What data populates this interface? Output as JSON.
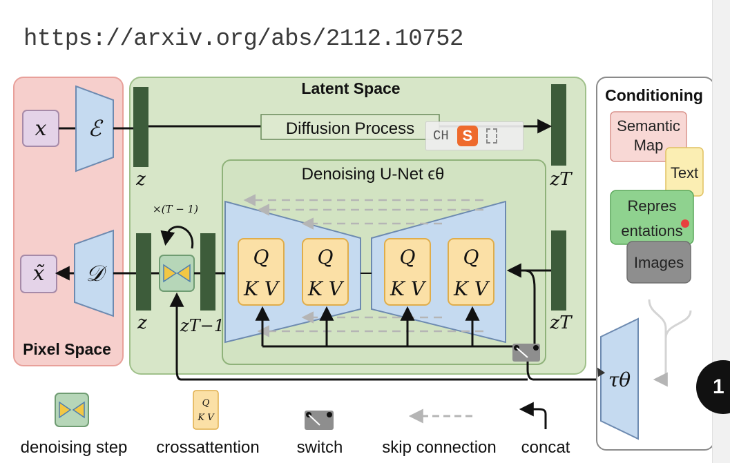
{
  "url_bar": {
    "text": "https://arxiv.org/abs/2112.10752"
  },
  "pixel_space": {
    "title": "Pixel Space",
    "x_label": "x",
    "x_tilde_label": "x̃",
    "encoder_label": "ℰ",
    "decoder_label": "𝒟"
  },
  "latent_space": {
    "title": "Latent Space",
    "diffusion_process_label": "Diffusion Process",
    "z_top_label": "z",
    "z_bottom_label": "z",
    "zT_top_label": "zT",
    "zT_right_label": "zT",
    "zT_minus_1_label": "zT−1",
    "loop_label": "×(T − 1)"
  },
  "unet": {
    "title": "Denoising U-Net ϵθ",
    "qkv_blocks": [
      {
        "q": "Q",
        "kv": "K V"
      },
      {
        "q": "Q",
        "kv": "K V"
      },
      {
        "q": "Q",
        "kv": "K V"
      },
      {
        "q": "Q",
        "kv": "K V"
      }
    ]
  },
  "conditioning": {
    "title": "Conditioning",
    "items": {
      "semantic_map": "Semantic Map",
      "text": "Text",
      "representations": "Repres entations",
      "images": "Images"
    },
    "tau_label": "τθ"
  },
  "legend": {
    "denoising_step": "denoising step",
    "crossattention": "crossattention",
    "switch": "switch",
    "skip_connection": "skip connection",
    "concat": "concat",
    "qkv_icon_q": "Q",
    "qkv_icon_kv": "K V"
  },
  "overlay": {
    "ime_text": "CH",
    "ime_logo": "S",
    "page_badge": "1"
  },
  "colors": {
    "pixel_space_fill": "#f6cfcc",
    "pixel_space_border": "#e8a09a",
    "latent_space_fill": "#d7e6c8",
    "latent_space_border": "#9fc08a",
    "encoder_fill": "#c5daf0",
    "latent_bar": "#3d5c3a",
    "qkv_fill": "#fbe0a6",
    "qkv_border": "#e0ad4a",
    "conditioning_border": "#8a8a8a",
    "semantic_fill": "#f8d8d5",
    "text_fill": "#fbeeb3",
    "repr_fill": "#8fd28f",
    "images_fill": "#8e8e8e"
  }
}
